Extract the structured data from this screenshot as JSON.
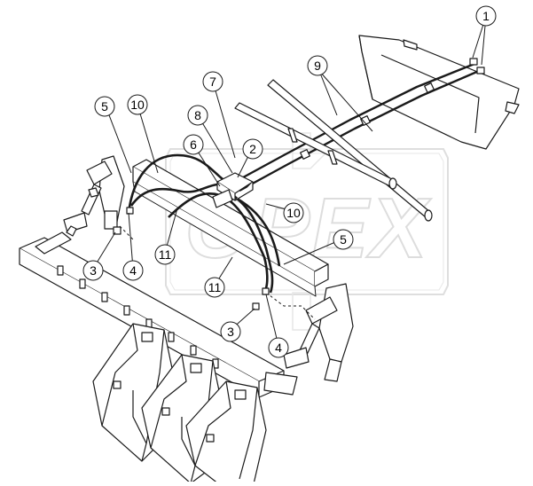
{
  "watermark": {
    "text": "OPEX"
  },
  "callouts": [
    {
      "id": "c1",
      "label": "1"
    },
    {
      "id": "c9",
      "label": "9"
    },
    {
      "id": "c7",
      "label": "7"
    },
    {
      "id": "c8",
      "label": "8"
    },
    {
      "id": "c5a",
      "label": "5"
    },
    {
      "id": "c10a",
      "label": "10"
    },
    {
      "id": "c6",
      "label": "6"
    },
    {
      "id": "c2",
      "label": "2"
    },
    {
      "id": "c10b",
      "label": "10"
    },
    {
      "id": "c5b",
      "label": "5"
    },
    {
      "id": "c3a",
      "label": "3"
    },
    {
      "id": "c4a",
      "label": "4"
    },
    {
      "id": "c11a",
      "label": "11"
    },
    {
      "id": "c11b",
      "label": "11"
    },
    {
      "id": "c3b",
      "label": "3"
    },
    {
      "id": "c4b",
      "label": "4"
    }
  ]
}
